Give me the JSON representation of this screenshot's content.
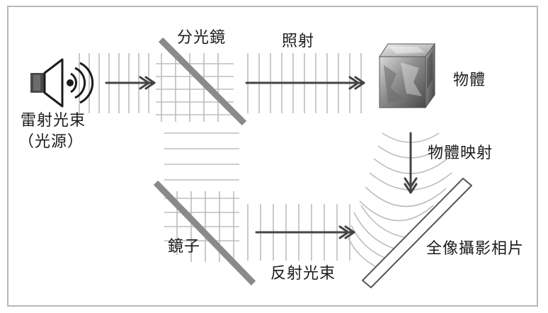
{
  "labels": {
    "laser_source": "雷射光束",
    "laser_source_note": "（光源）",
    "beam_splitter": "分光鏡",
    "illumination": "照射",
    "object": "物體",
    "object_projection": "物體映射",
    "mirror": "鏡子",
    "reflected_beam": "反射光束",
    "holographic_film": "全像攝影相片"
  },
  "colors": {
    "frame": "#b9b9b9",
    "ink": "#1c1c1c",
    "optic_gray": "#8a8a8a",
    "wave_lines": "#bdbdbd",
    "arrow": "#444444",
    "plate_fill": "#ffffff",
    "plate_stroke": "#555555"
  },
  "icons": {
    "laser_source": "speaker-wave-icon",
    "object": "textured-cube-icon"
  }
}
